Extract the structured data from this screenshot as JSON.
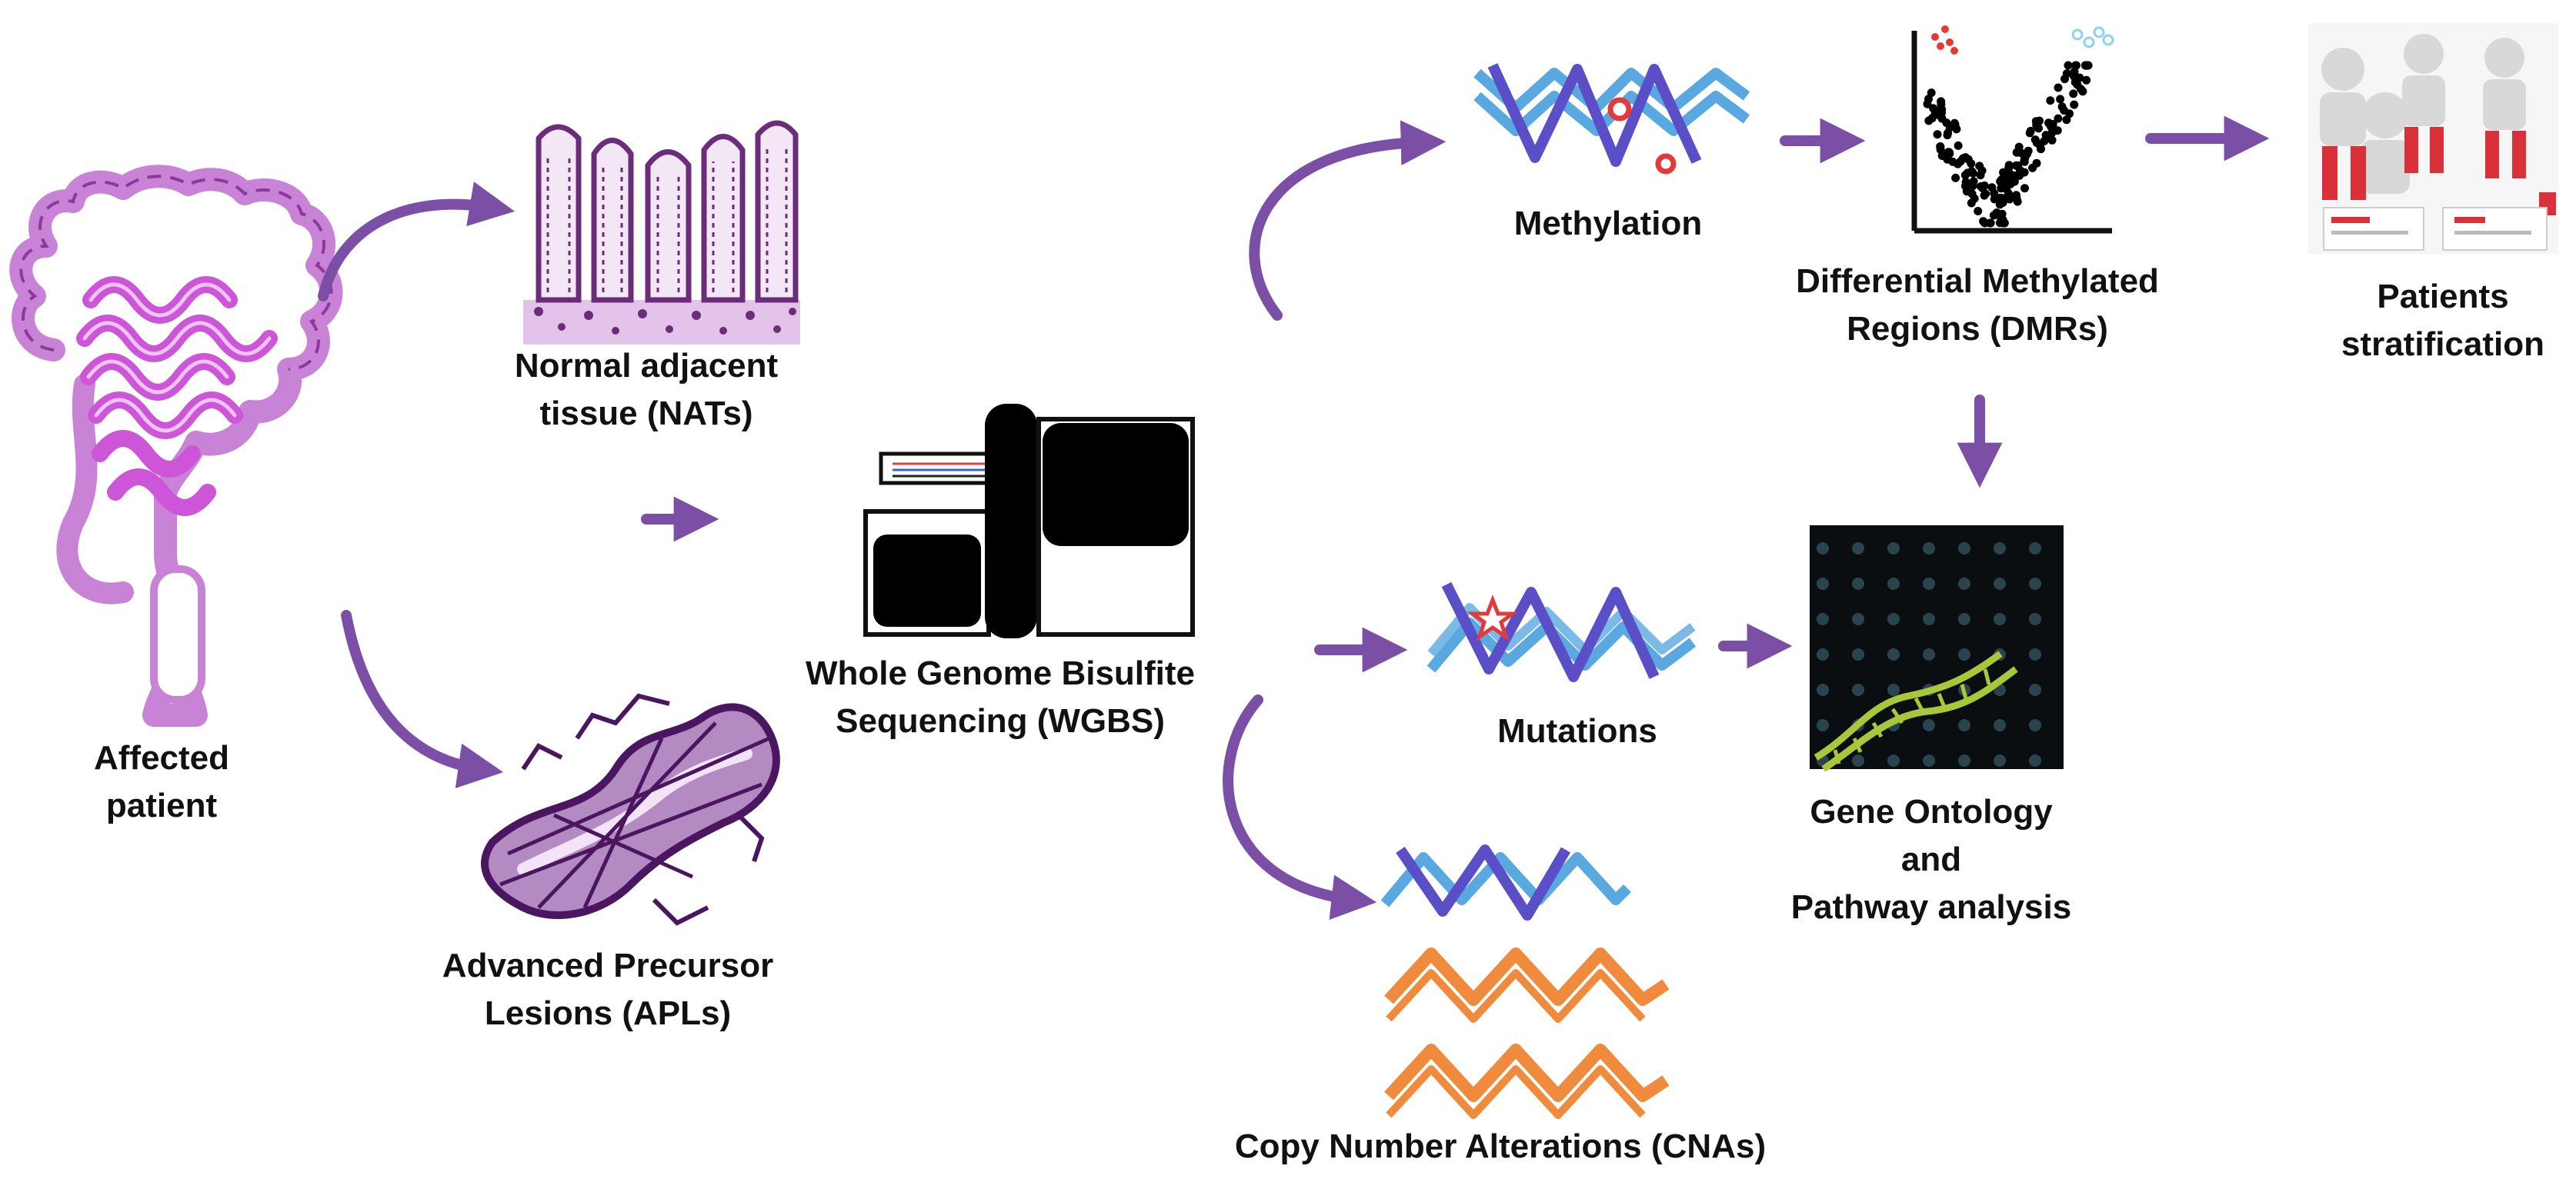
{
  "colors": {
    "arrow": "#7b4fa6",
    "intestine": "#c35fd0",
    "tissue": "#6b2c7a",
    "lesion": "#5a1f70",
    "dna_strand_a": "#5aa8e0",
    "dna_strand_b": "#5b4fc8",
    "dna_orange": "#f08a3c",
    "methyl_mark": "#e23a3a",
    "ink": "#111111"
  },
  "nodes": {
    "affected_patient": {
      "icon": "intestine-icon",
      "lines": [
        "Affected",
        "patient"
      ]
    },
    "normal_tissue": {
      "icon": "tissue-icon",
      "lines": [
        "Normal adjacent",
        "tissue (NATs)"
      ]
    },
    "apl": {
      "icon": "lesion-icon",
      "lines": [
        "Advanced Precursor",
        "Lesions (APLs)"
      ]
    },
    "wgbs": {
      "icon": "sequencer-icon",
      "lines": [
        "Whole Genome Bisulfite",
        "Sequencing (WGBS)"
      ]
    },
    "methylation": {
      "icon": "dna-methylation-icon",
      "lines": [
        "Methylation"
      ]
    },
    "mutations": {
      "icon": "dna-mutation-icon",
      "lines": [
        "Mutations"
      ]
    },
    "cna": {
      "icon": "dna-copy-number-icon",
      "lines": [
        "Copy Number Alterations (CNAs)"
      ]
    },
    "dmr": {
      "icon": "volcano-plot-icon",
      "lines": [
        "Differential Methylated",
        "Regions (DMRs)"
      ]
    },
    "stratification": {
      "icon": "patients-icon",
      "lines": [
        "Patients",
        "stratification"
      ]
    },
    "gene_ontology": {
      "icon": "dna-helix-icon",
      "lines": [
        "Gene Ontology",
        "and",
        "Pathway analysis"
      ]
    }
  }
}
